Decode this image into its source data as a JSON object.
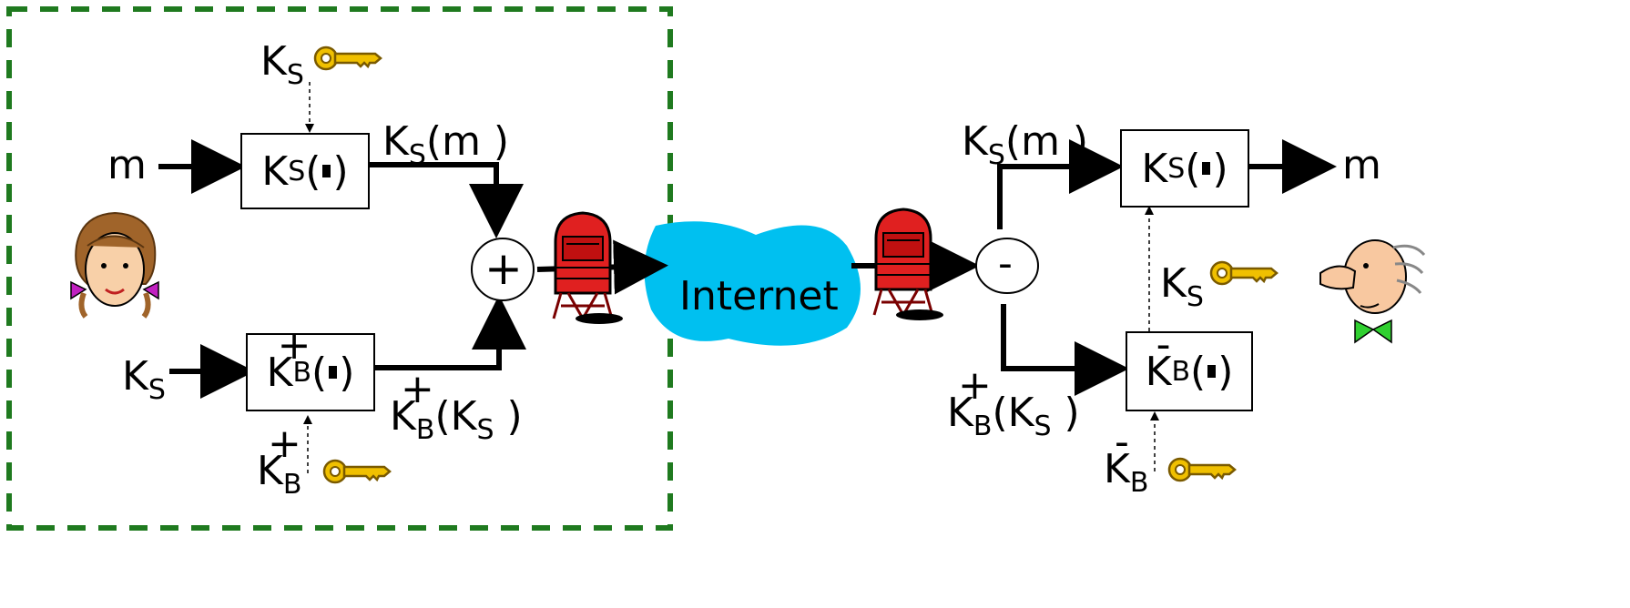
{
  "sender": {
    "input_m": "m",
    "input_ks": "K",
    "ks_sub": "S",
    "ks_key_label": "K",
    "ks_key_sub": "S",
    "sym_box": {
      "k": "K",
      "sub": "S",
      "op": "( )"
    },
    "pub_box": {
      "k": "K",
      "sub": "B",
      "sup": "+",
      "op": "( )"
    },
    "out_sym": {
      "k": "K",
      "sub": "S",
      "arg": "(m )"
    },
    "out_pub": {
      "k": "K",
      "sub": "B",
      "sup": "+",
      "arg_k": "(K",
      "arg_sub": "S",
      "close": " )"
    },
    "kb_key_label": "K",
    "kb_key_sub": "B",
    "kb_key_sup": "+",
    "combiner": "+"
  },
  "network": {
    "label": "Internet"
  },
  "receiver": {
    "splitter": "-",
    "in_sym": {
      "k": "K",
      "sub": "S",
      "arg": "(m )"
    },
    "in_pub": {
      "k": "K",
      "sub": "B",
      "sup": "+",
      "arg_k": "(K",
      "arg_sub": "S",
      "close": " )"
    },
    "sym_box": {
      "k": "K",
      "sub": "S",
      "op": "( )"
    },
    "priv_box": {
      "k": "K",
      "sub": "B",
      "sup": "-",
      "op": "( )"
    },
    "ks_label": "K",
    "ks_sub": "S",
    "kb_priv_label": "K",
    "kb_priv_sub": "B",
    "kb_priv_sup": "-",
    "output_m": "m"
  },
  "colors": {
    "dashed_border": "#1f7a1f",
    "cloud": "#00c0f0",
    "key": "#f0c000",
    "mailbox": "#e02020"
  },
  "icons": [
    "alice-icon",
    "bob-icon",
    "key-icon",
    "mailbox-icon"
  ]
}
